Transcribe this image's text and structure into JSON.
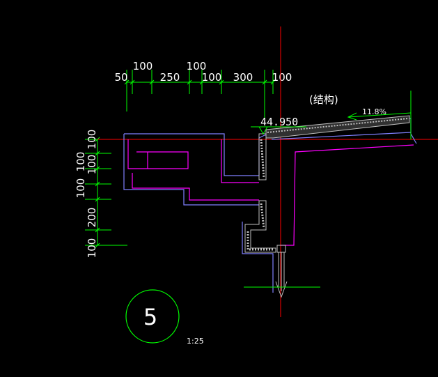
{
  "colors": {
    "background": "#000000",
    "dimension": "#00ff00",
    "text": "#ffffff",
    "axis": "#ff0000",
    "finish_line": "#ff00ff",
    "outline": "#8080ff",
    "insulation": "#c0c0c0"
  },
  "dimensions_top": {
    "lower": [
      "50",
      "250",
      "100",
      "300"
    ],
    "upper": [
      "100",
      "100",
      "100"
    ]
  },
  "dimensions_left": [
    "100",
    "100",
    "100",
    "100",
    "200",
    "100"
  ],
  "labels": {
    "structure": "(结构)",
    "elevation": "44.950",
    "slope": "11.8%"
  },
  "detail": {
    "number": "5",
    "scale": "1:25"
  }
}
